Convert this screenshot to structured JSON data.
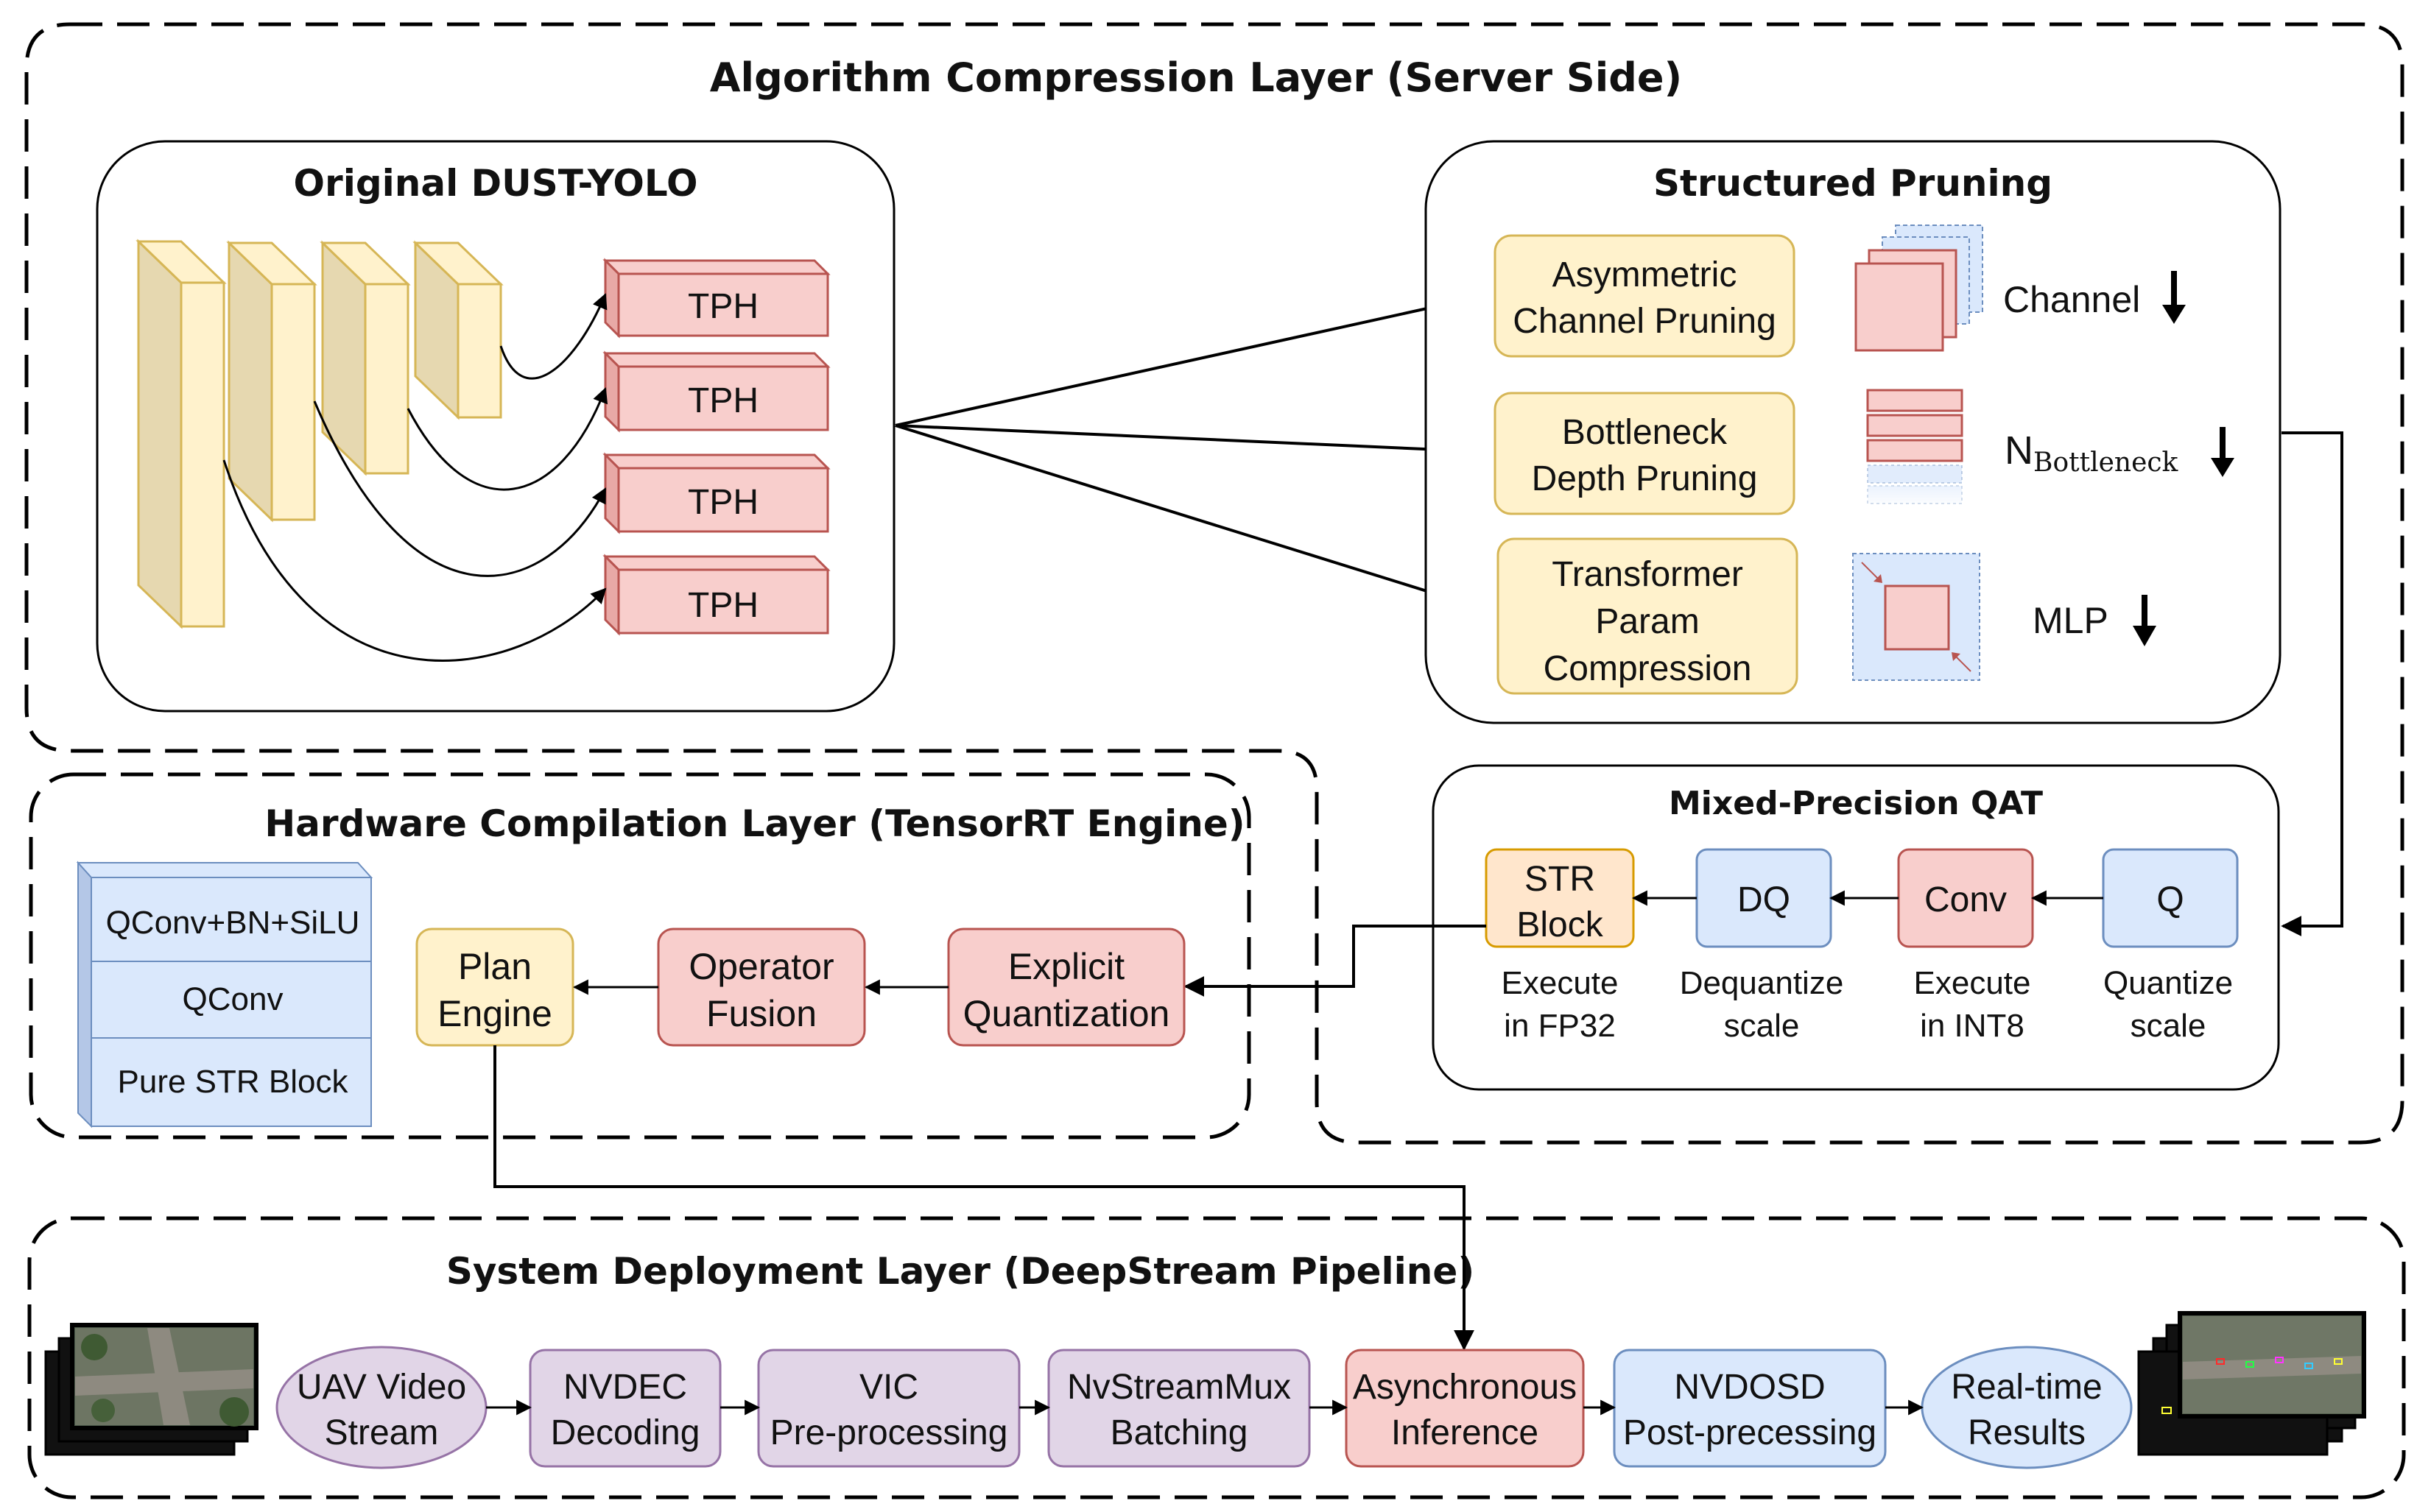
{
  "algorithm_layer": {
    "title": "Algorithm Compression Layer (Server Side)",
    "original": {
      "title": "Original DUST-YOLO",
      "heads": [
        "TPH",
        "TPH",
        "TPH",
        "TPH"
      ]
    },
    "pruning": {
      "title": "Structured Pruning",
      "methods": [
        {
          "lines": [
            "Asymmetric",
            "Channel Pruning"
          ],
          "effect": "Channel"
        },
        {
          "lines": [
            "Bottleneck",
            "Depth Pruning"
          ],
          "effect": "N",
          "effect_sub": "Bottleneck"
        },
        {
          "lines": [
            "Transformer",
            "Param",
            "Compression"
          ],
          "effect": "MLP"
        }
      ]
    },
    "qat": {
      "title": "Mixed-Precision QAT",
      "nodes": [
        {
          "label": [
            "STR",
            "Block"
          ],
          "caption": [
            "Execute",
            "in FP32"
          ]
        },
        {
          "label": [
            "DQ"
          ],
          "caption": [
            "Dequantize",
            "scale"
          ]
        },
        {
          "label": [
            "Conv"
          ],
          "caption": [
            "Execute",
            "in INT8"
          ]
        },
        {
          "label": [
            "Q"
          ],
          "caption": [
            "Quantize",
            "scale"
          ]
        }
      ]
    }
  },
  "hardware_layer": {
    "title": "Hardware Compilation Layer (TensorRT Engine)",
    "stack": [
      "QConv+BN+SiLU",
      "QConv",
      "Pure STR Block"
    ],
    "flow": [
      {
        "label": [
          "Plan",
          "Engine"
        ]
      },
      {
        "label": [
          "Operator",
          "Fusion"
        ]
      },
      {
        "label": [
          "Explicit",
          "Quantization"
        ]
      }
    ]
  },
  "deployment_layer": {
    "title": "System Deployment Layer (DeepStream Pipeline)",
    "pipeline": [
      {
        "label": [
          "UAV Video",
          "Stream"
        ]
      },
      {
        "label": [
          "NVDEC",
          "Decoding"
        ]
      },
      {
        "label": [
          "VIC",
          "Pre-processing"
        ]
      },
      {
        "label": [
          "NvStreamMux",
          "Batching"
        ]
      },
      {
        "label": [
          "Asynchronous",
          "Inference"
        ]
      },
      {
        "label": [
          "NVDOSD",
          "Post-precessing"
        ]
      },
      {
        "label": [
          "Real-time",
          "Results"
        ]
      }
    ]
  },
  "colors": {
    "yellow_fill": "#fff2cc",
    "yellow_stroke": "#d6b656",
    "red_fill": "#f8cecc",
    "red_stroke": "#b85450",
    "blue_fill": "#dae8fc",
    "blue_stroke": "#6c8ebf",
    "purple_fill": "#e1d5e7",
    "purple_stroke": "#9673a6",
    "orange_fill": "#ffe6cc",
    "orange_stroke": "#d79b00"
  }
}
